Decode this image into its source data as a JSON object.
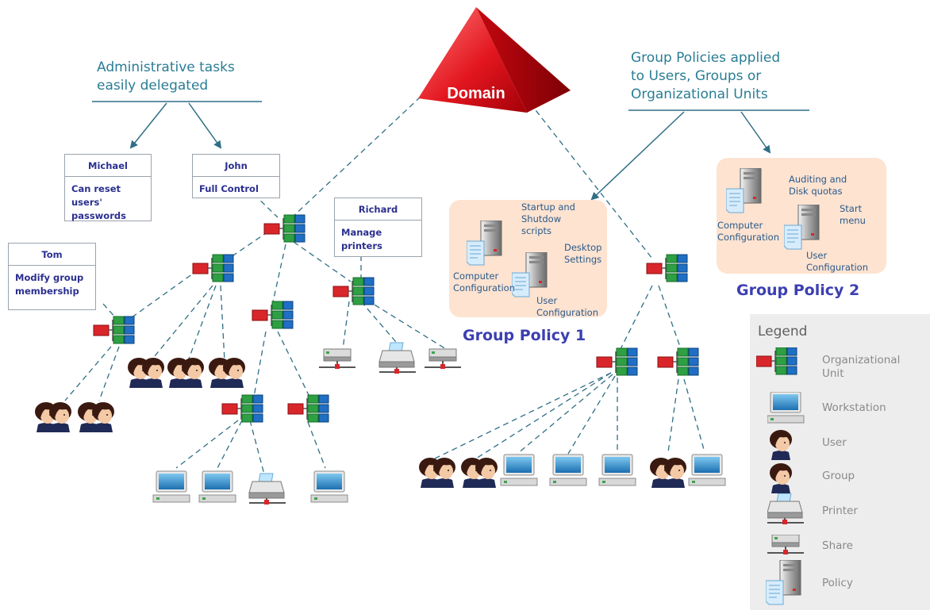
{
  "domain": {
    "label": "Domain",
    "color": "#e01b24"
  },
  "callouts": {
    "admin": {
      "line1": "Administrative tasks",
      "line2": "easily delegated"
    },
    "gp": {
      "line1": "Group Policies applied",
      "line2": "to Users, Groups or",
      "line3": "Organizational Units"
    }
  },
  "delegations": {
    "michael": {
      "name": "Michael",
      "line1": "Can reset users'",
      "line2": "passwords"
    },
    "john": {
      "name": "John",
      "line1": "Full Control"
    },
    "richard": {
      "name": "Richard",
      "line1": "Manage",
      "line2": "printers"
    },
    "tom": {
      "name": "Tom",
      "line1": "Modify group",
      "line2": "membership"
    }
  },
  "group_policy_1": {
    "title": "Group Policy 1",
    "startup": {
      "line1": "Startup and",
      "line2": "Shutdow",
      "line3": "scripts"
    },
    "desktop": {
      "line1": "Desktop",
      "line2": "Settings"
    },
    "computer": {
      "line1": "Computer",
      "line2": "Configuration"
    },
    "user": {
      "line1": "User",
      "line2": "Configuration"
    }
  },
  "group_policy_2": {
    "title": "Group Policy 2",
    "auditing": {
      "line1": "Auditing and",
      "line2": "Disk quotas"
    },
    "start": {
      "line1": "Start",
      "line2": "menu"
    },
    "computer": {
      "line1": "Computer",
      "line2": "Configuration"
    },
    "user": {
      "line1": "User",
      "line2": "Configuration"
    }
  },
  "legend": {
    "title": "Legend",
    "items": [
      {
        "icon": "organizational-unit-icon",
        "line1": "Organizational",
        "line2": "Unit"
      },
      {
        "icon": "workstation-icon",
        "line1": "Workstation"
      },
      {
        "icon": "user-icon",
        "line1": "User"
      },
      {
        "icon": "group-icon",
        "line1": "Group"
      },
      {
        "icon": "printer-icon",
        "line1": "Printer"
      },
      {
        "icon": "share-icon",
        "line1": "Share"
      },
      {
        "icon": "policy-icon",
        "line1": "Policy"
      }
    ]
  },
  "colors": {
    "connector": "#2f6f85",
    "ou_green": "#2ea043",
    "ou_blue": "#1f6fc4",
    "ou_red": "#d9262a",
    "callout_text": "#2a7d94",
    "gp_title": "#3c3fb0",
    "gp_fill": "#fde3d0",
    "legend_bg": "#ededed"
  }
}
